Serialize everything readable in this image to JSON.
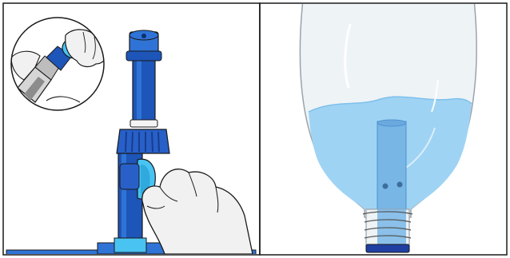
{
  "figure": {
    "panels": [
      {
        "id": "left",
        "content": "connector-assembly-with-inset"
      },
      {
        "id": "right",
        "content": "bulb-flask-with-liquid"
      }
    ]
  },
  "colors": {
    "outline": "#1a1a1a",
    "tube_dark": "#1e55b8",
    "tube_mid": "#2f73d6",
    "tube_light": "#6fb0ef",
    "clip_cyan": "#49c3f2",
    "collar": "#2860c8",
    "metal_light": "#d6d6d6",
    "metal_dark": "#8c8c8c",
    "glove": "#f1f1f1",
    "glass_outline": "#9aa3ab",
    "glass_fill": "#eef3f6",
    "liquid": "#9fd3f3",
    "liquid_dark": "#7dc0ec",
    "inner_tube": "#78b6e6",
    "neck_band": "#1f3fa3"
  },
  "icons": {
    "left_panel": "hand-holding-connector-icon",
    "inset": "gloved-hand-attaching-cap-icon",
    "right_panel": "flask-with-tube-icon"
  }
}
